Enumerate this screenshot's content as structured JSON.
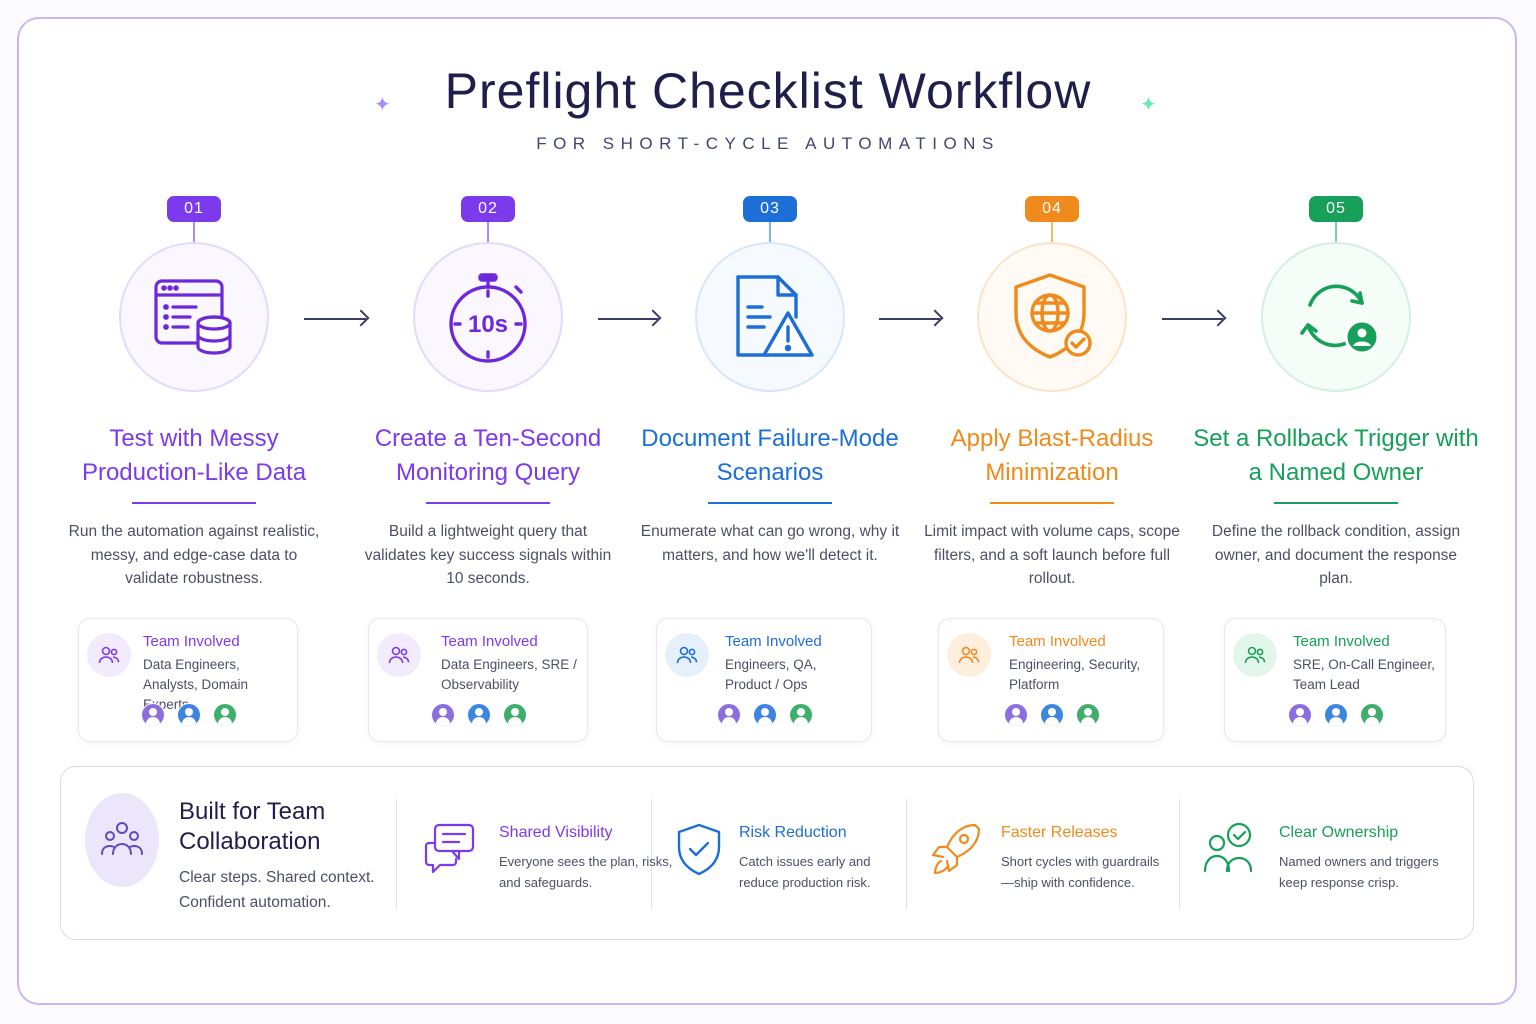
{
  "header": {
    "title": "Preflight Checklist Workflow",
    "subtitle": "FOR SHORT-CYCLE AUTOMATIONS"
  },
  "colors": {
    "step1": "#7c3aed",
    "step2": "#7c3aed",
    "step3": "#1d6fd8",
    "step4": "#f08a1c",
    "step5": "#16a05a",
    "navy": "#1e1f4b"
  },
  "steps": [
    {
      "number": "01",
      "icon": "data-browser-database-icon",
      "title": "Test with Messy Production-Like Data",
      "description": "Run the automation against realistic, messy, and edge-case data to validate robustness.",
      "team_label": "Team Involved",
      "team_members": "Data Engineers, Analysts, Domain Experts"
    },
    {
      "number": "02",
      "icon": "stopwatch-10s-icon",
      "title": "Create a Ten-Second Monitoring Query",
      "description": "Build a lightweight query that validates key success signals within 10 seconds.",
      "team_label": "Team Involved",
      "team_members": "Data Engineers, SRE / Observability",
      "timer_text": "10s"
    },
    {
      "number": "03",
      "icon": "document-warning-icon",
      "title": "Document Failure-Mode Scenarios",
      "description": "Enumerate what can go wrong, why it matters, and how we'll detect it.",
      "team_label": "Team Involved",
      "team_members": "Engineers, QA, Product / Ops"
    },
    {
      "number": "04",
      "icon": "shield-globe-check-icon",
      "title": "Apply Blast-Radius Minimization",
      "description": "Limit impact with volume caps, scope filters, and a soft launch before full rollout.",
      "team_label": "Team Involved",
      "team_members": "Engineering, Security, Platform"
    },
    {
      "number": "05",
      "icon": "rollback-owner-icon",
      "title": "Set a Rollback Trigger with a Named Owner",
      "description": "Define the rollback condition, assign owner, and document the response plan.",
      "team_label": "Team Involved",
      "team_members": "SRE, On-Call Engineer, Team Lead"
    }
  ],
  "collaboration": {
    "title": "Built for Team Collaboration",
    "tagline": "Clear steps. Shared context. Confident automation.",
    "benefits": [
      {
        "title": "Shared Visibility",
        "description": "Everyone sees the plan, risks, and safeguards.",
        "icon": "chat-bubbles-icon"
      },
      {
        "title": "Risk Reduction",
        "description": "Catch issues early and reduce production risk.",
        "icon": "shield-check-icon"
      },
      {
        "title": "Faster Releases",
        "description": "Short cycles with guardrails—ship with confidence.",
        "icon": "rocket-icon"
      },
      {
        "title": "Clear Ownership",
        "description": "Named owners and triggers keep response crisp.",
        "icon": "people-check-icon"
      }
    ]
  }
}
